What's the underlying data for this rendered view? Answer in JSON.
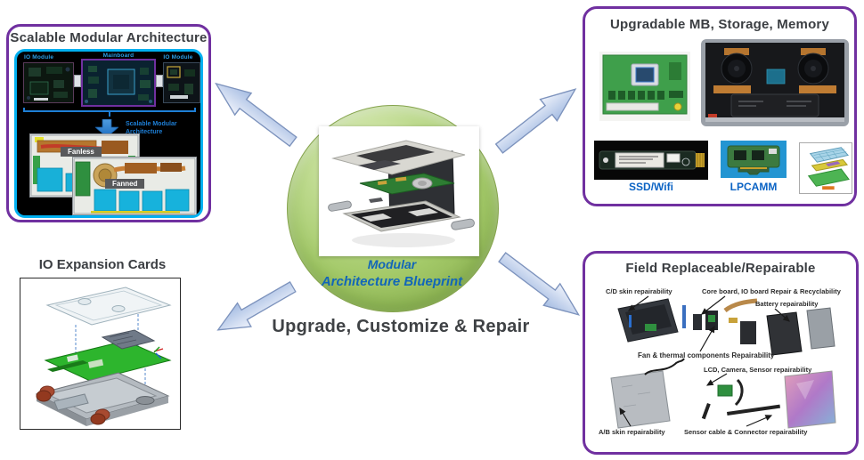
{
  "center": {
    "caption_line1": "Modular",
    "caption_line2": "Architecture Blueprint",
    "subtitle": "Upgrade, Customize & Repair"
  },
  "panels": {
    "scalable": {
      "title": "Scalable Modular Architecture",
      "module_left": "IO Module",
      "module_center": "Mainboard",
      "module_right": "IO Module",
      "arrow_label_line1": "Scalable Modular",
      "arrow_label_line2": "Architecture",
      "fanless_label": "Fanless",
      "fanned_label": "Fanned"
    },
    "upgradable": {
      "title": "Upgradable MB, Storage, Memory",
      "ssd_label": "SSD/Wifi",
      "lpcamm_label": "LPCAMM"
    },
    "io_expansion": {
      "title": "IO Expansion Cards"
    },
    "field_replaceable": {
      "title": "Field Replaceable/Repairable",
      "callouts": [
        "C/D skin  repairability",
        "Core board, IO board Repair & Recyclability",
        "Battery  repairability",
        "Fan & thermal components  Repairability",
        "LCD, Camera, Sensor  repairability",
        "A/B skin  repairability",
        "Sensor cable & Connector repairability"
      ]
    }
  },
  "colors": {
    "panel_border": "#7030A0",
    "inner_box_border": "#00B0F0",
    "accent_blue": "#0070C0",
    "caption_blue": "#1266B8",
    "title_gray": "#3B3E42",
    "circle_green": "#A3C968",
    "arrow_fill": "#B9CBEA"
  }
}
